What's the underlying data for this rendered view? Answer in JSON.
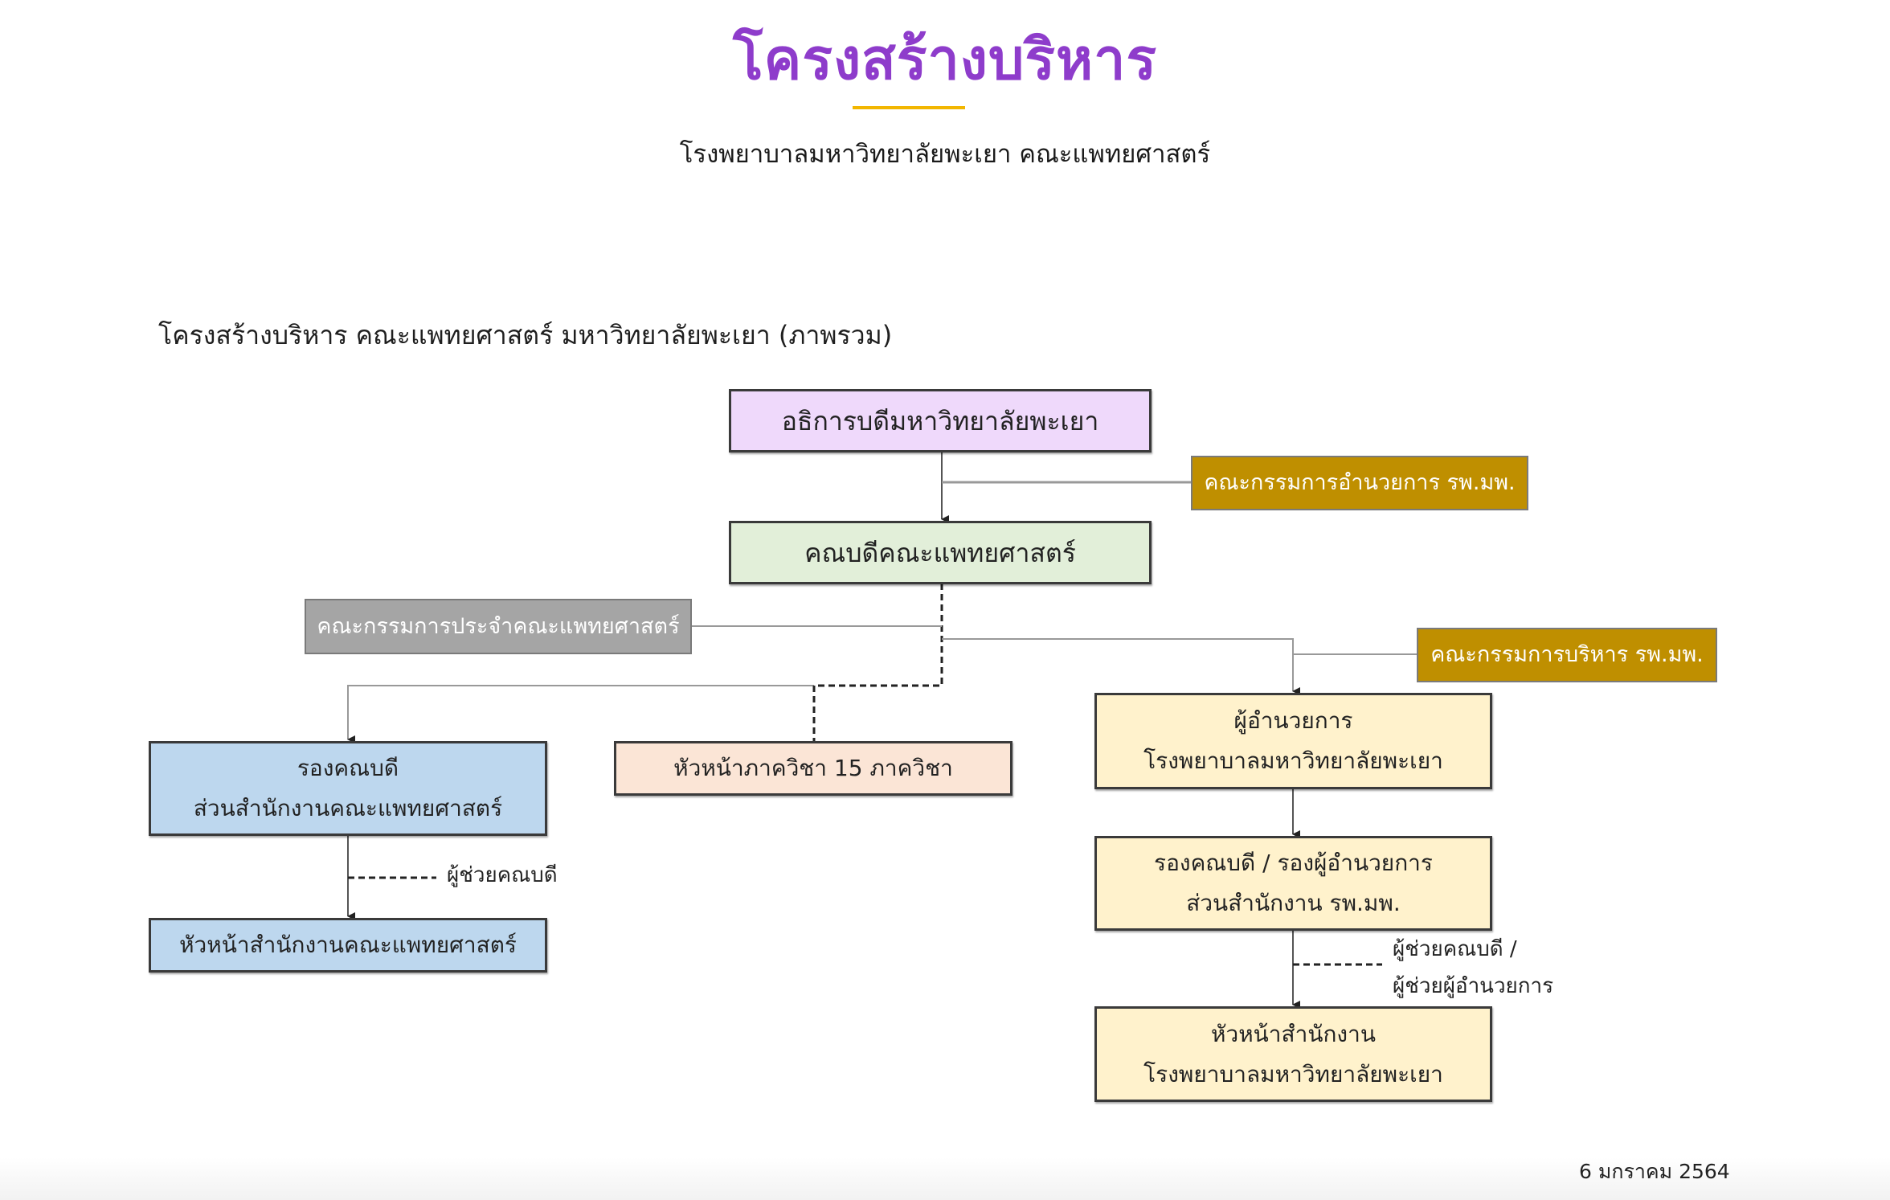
{
  "page": {
    "title": "โครงสร้างบริหาร",
    "subtitle": "โรงพยาบาลมหาวิทยาลัยพะเยา คณะแพทยศาสตร์",
    "accent_color": "#8e3ccb",
    "rule_color": "#f2b600"
  },
  "chart": {
    "heading": "โครงสร้างบริหาร คณะแพทยศาสตร์ มหาวิทยาลัยพะเยา (ภาพรวม)",
    "nodes": {
      "president": {
        "line1": "อธิการบดีมหาวิทยาลัยพะเยา",
        "fill": "#efd9fb"
      },
      "hospital_director_committee": {
        "line1": "คณะกรรมการอำนวยการ รพ.มพ.",
        "fill": "#bf8f00"
      },
      "dean": {
        "line1": "คณบดีคณะแพทยศาสตร์",
        "fill": "#e2efd9"
      },
      "faculty_committee": {
        "line1": "คณะกรรมการประจำคณะแพทยศาสตร์",
        "fill": "#a5a5a5"
      },
      "hospital_admin_committee": {
        "line1": "คณะกรรมการบริหาร รพ.มพ.",
        "fill": "#bf8f00"
      },
      "vice_dean_office": {
        "line1": "รองคณบดี",
        "line2": "ส่วนสำนักงานคณะแพทยศาสตร์",
        "fill": "#bdd7ee"
      },
      "department_heads": {
        "line1": "หัวหน้าภาควิชา 15 ภาควิชา",
        "fill": "#fbe5d6"
      },
      "hospital_director": {
        "line1": "ผู้อำนวยการ",
        "line2": "โรงพยาบาลมหาวิทยาลัยพะเยา",
        "fill": "#fff2cc"
      },
      "vice_dean_hospital": {
        "line1": "รองคณบดี / รองผู้อำนวยการ",
        "line2": "ส่วนสำนักงาน รพ.มพ.",
        "fill": "#fff2cc"
      },
      "faculty_office_head": {
        "line1": "หัวหน้าสำนักงานคณะแพทยศาสตร์",
        "fill": "#bdd7ee"
      },
      "hospital_office_head": {
        "line1": "หัวหน้าสำนักงาน",
        "line2": "โรงพยาบาลมหาวิทยาลัยพะเยา",
        "fill": "#fff2cc"
      }
    },
    "labels": {
      "assistant_dean": "ผู้ช่วยคณบดี",
      "assistant_dean_hospital_line1": "ผู้ช่วยคณบดี /",
      "assistant_dean_hospital_line2": "ผู้ช่วยผู้อำนวยการ"
    },
    "edges": [
      {
        "from": "president",
        "to": "dean",
        "style": "solid",
        "arrow": true
      },
      {
        "from": "hospital_director_committee",
        "to": "president-dean-link",
        "style": "solid",
        "arrow": false
      },
      {
        "from": "dean",
        "to": "vice_dean_office",
        "style": "dashed-then-solid",
        "arrow": true
      },
      {
        "from": "dean",
        "to": "department_heads",
        "style": "dashed",
        "arrow": false
      },
      {
        "from": "faculty_committee",
        "to": "dean-trunk",
        "style": "solid",
        "arrow": false
      },
      {
        "from": "dean",
        "to": "hospital_director",
        "style": "solid",
        "arrow": true
      },
      {
        "from": "hospital_admin_committee",
        "to": "dean-hospital-link",
        "style": "solid",
        "arrow": false
      },
      {
        "from": "vice_dean_office",
        "to": "faculty_office_head",
        "style": "solid",
        "arrow": true
      },
      {
        "from": "hospital_director",
        "to": "vice_dean_hospital",
        "style": "solid",
        "arrow": true
      },
      {
        "from": "vice_dean_hospital",
        "to": "hospital_office_head",
        "style": "solid",
        "arrow": true
      }
    ],
    "date": "6 มกราคม 2564"
  }
}
